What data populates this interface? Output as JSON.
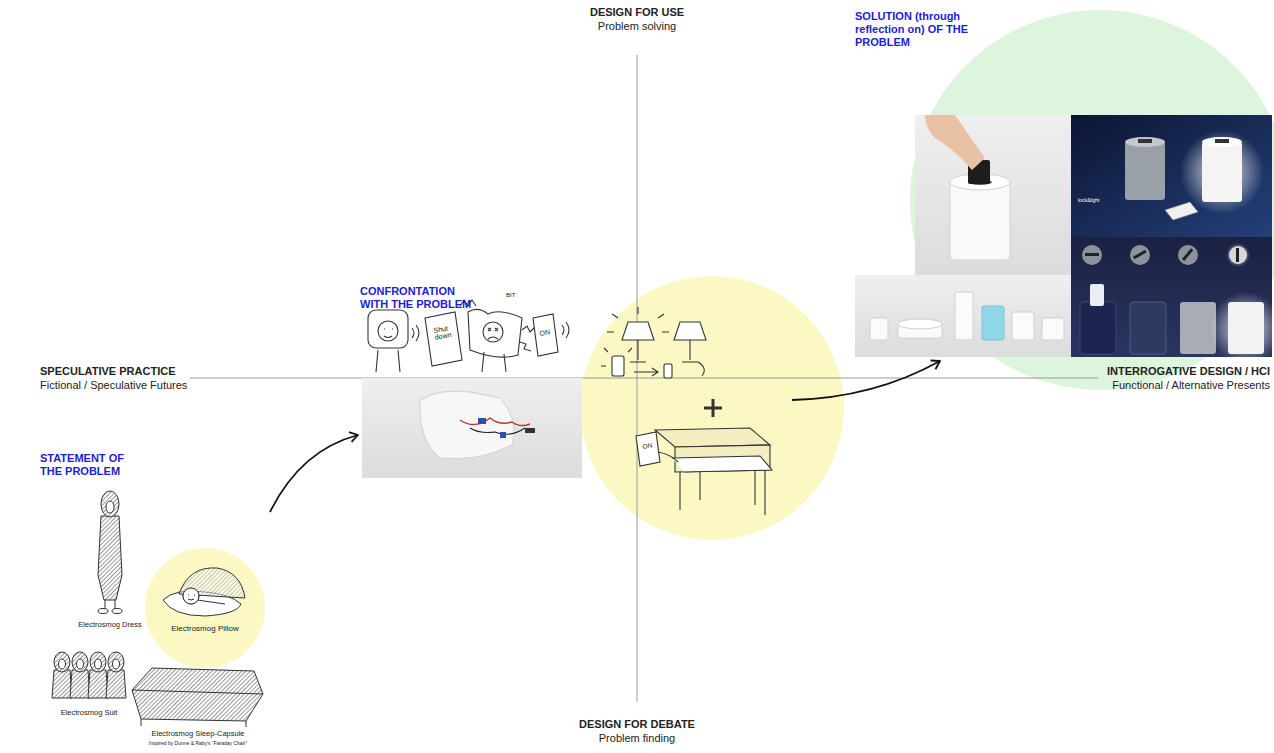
{
  "diagram": {
    "nodes": [
      {
        "text": [
          "STATEMENT OF THE PROBLEM"
        ]
      },
      {
        "text": [
          "Electrosmog Pillow"
        ],
        "in": 0
      },
      {
        "text": [
          "CONFRONTATION WITH THE PROBLEM"
        ]
      },
      {
        "text": [
          "SOLUTION (through reflection on) OF THE PROBLEM"
        ]
      }
    ],
    "edges": [
      {
        "from": 0,
        "to": 2,
        "arrow": "to"
      },
      {
        "from": 2,
        "to": 3,
        "arrow": "to"
      }
    ],
    "labels": [
      "DESIGN FOR USE",
      "Problem solving",
      "SPECULATIVE PRACTICE",
      "Fictional / Speculative Futures",
      "INTERROGATIVE DESIGN / HCI",
      "Functional / Alternative Presents",
      "DESIGN FOR DEBATE",
      "Problem finding",
      "Electrosmog Dress",
      "Electrosmog Suit",
      "Electrosmog Sleep-Capsule",
      "Inspired by Dunne & Raby's \"Faraday Chair\"",
      "Shut down",
      "BIT",
      "ON",
      "ON",
      "lock&light"
    ]
  }
}
